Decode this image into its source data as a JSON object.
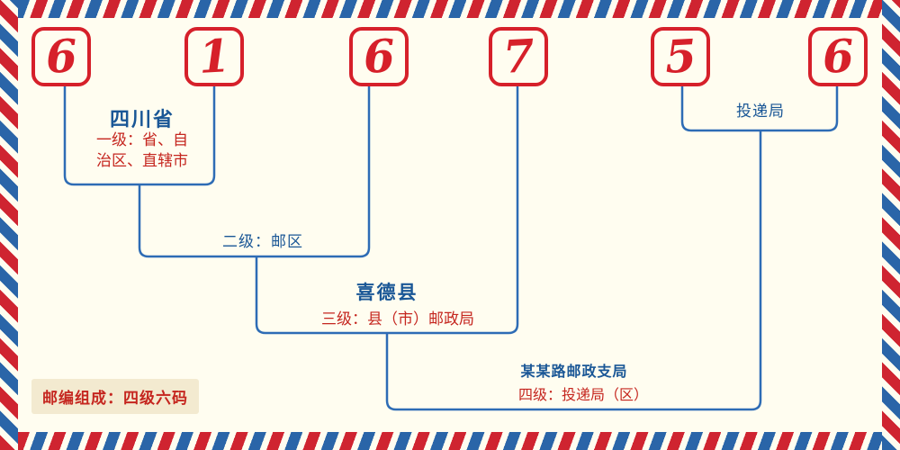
{
  "postal_code": {
    "value": "616756",
    "digits": [
      "6",
      "1",
      "6",
      "7",
      "5",
      "6"
    ]
  },
  "labels": {
    "province_name": "四川省",
    "level1": "一级：省、自\n治区、直辖市",
    "level2": "二级：邮区",
    "county_name": "喜德县",
    "level3": "三级：县（市）邮政局",
    "delivery_office": "投递局",
    "branch_name": "某某路邮政支局",
    "level4": "四级：投递局（区）",
    "footer": "邮编组成：四级六码"
  },
  "colors": {
    "digit_red": "#d6202a",
    "stripe_red": "#cf2430",
    "stripe_blue": "#2a65a8",
    "line_blue": "#2e6cb5",
    "text_blue": "#1a5796",
    "text_red": "#c5261f",
    "background": "#fffdf0",
    "footer_background": "#f3ead0"
  }
}
